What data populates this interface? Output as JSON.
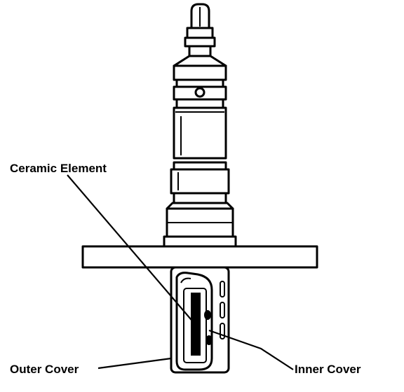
{
  "labels": {
    "ceramic_element": "Ceramic Element",
    "outer_cover": "Outer Cover",
    "inner_cover": "Inner Cover"
  },
  "colors": {
    "line": "#000000",
    "background": "#ffffff"
  }
}
